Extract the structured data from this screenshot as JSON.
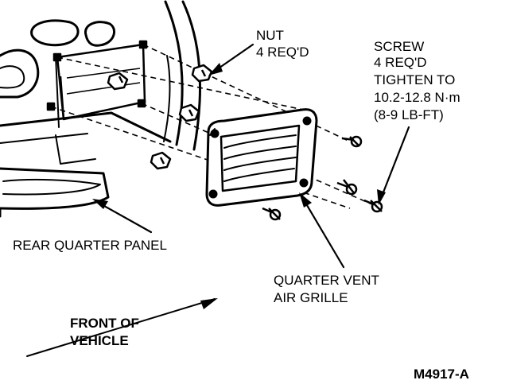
{
  "labels": {
    "nut": [
      "NUT",
      "4 REQ'D"
    ],
    "screw": [
      "SCREW",
      "4 REQ'D",
      "TIGHTEN TO",
      "10.2-12.8 N·m",
      "(8-9 LB-FT)"
    ],
    "rear_quarter_panel": "REAR QUARTER PANEL",
    "quarter_vent": [
      "QUARTER VENT",
      "AIR GRILLE"
    ],
    "front_of_vehicle": [
      "FRONT OF",
      "VEHICLE"
    ],
    "figure_id": "M4917-A"
  },
  "colors": {
    "ink": "#000000",
    "paper": "#ffffff"
  }
}
